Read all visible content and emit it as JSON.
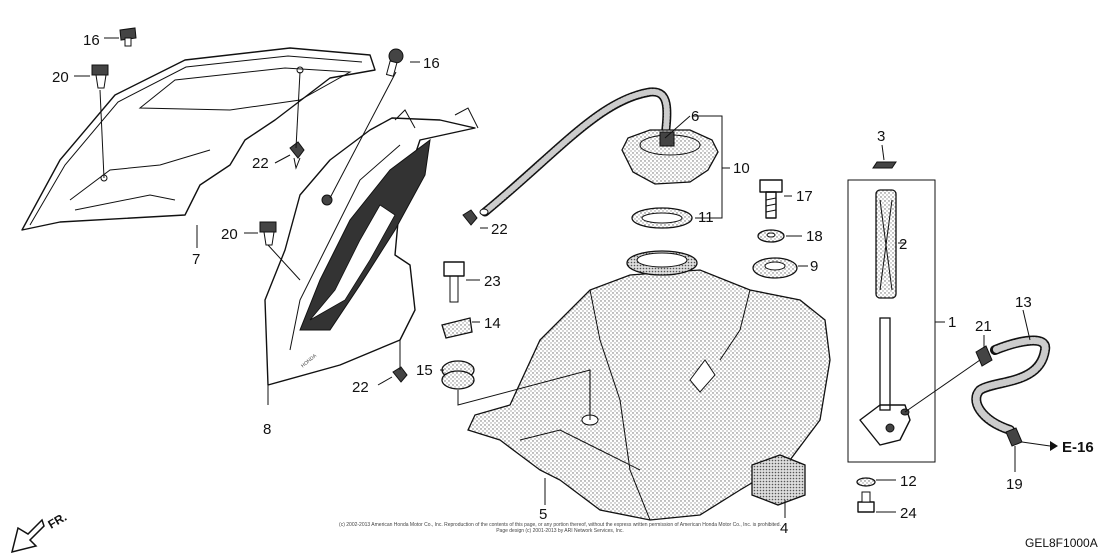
{
  "callouts": [
    {
      "id": "c16a",
      "label": "16"
    },
    {
      "id": "c20a",
      "label": "20"
    },
    {
      "id": "c16b",
      "label": "16"
    },
    {
      "id": "c22a",
      "label": "22"
    },
    {
      "id": "c7",
      "label": "7"
    },
    {
      "id": "c20b",
      "label": "20"
    },
    {
      "id": "c23",
      "label": "23"
    },
    {
      "id": "c14",
      "label": "14"
    },
    {
      "id": "c15",
      "label": "15"
    },
    {
      "id": "c22b",
      "label": "22"
    },
    {
      "id": "c8",
      "label": "8"
    },
    {
      "id": "c22c",
      "label": "22"
    },
    {
      "id": "c6",
      "label": "6"
    },
    {
      "id": "c10",
      "label": "10"
    },
    {
      "id": "c11",
      "label": "11"
    },
    {
      "id": "c5",
      "label": "5"
    },
    {
      "id": "c4",
      "label": "4"
    },
    {
      "id": "c3",
      "label": "3"
    },
    {
      "id": "c17",
      "label": "17"
    },
    {
      "id": "c18",
      "label": "18"
    },
    {
      "id": "c9",
      "label": "9"
    },
    {
      "id": "c2",
      "label": "2"
    },
    {
      "id": "c1",
      "label": "1"
    },
    {
      "id": "c12",
      "label": "12"
    },
    {
      "id": "c24",
      "label": "24"
    },
    {
      "id": "c13",
      "label": "13"
    },
    {
      "id": "c21",
      "label": "21"
    },
    {
      "id": "c19",
      "label": "19"
    }
  ],
  "reference": "E-16",
  "direction": "FR.",
  "drawing_code": "GEL8F1000A",
  "copyright_line1": "(c) 2002-2013 American Honda Motor Co., Inc. Reproduction of the contents of this page, or any portion thereof, without the express written permission of American Honda Motor Co., Inc. is prohibited.",
  "copyright_line2": "Page design (c) 2001-2013 by ARI Network Services, Inc."
}
